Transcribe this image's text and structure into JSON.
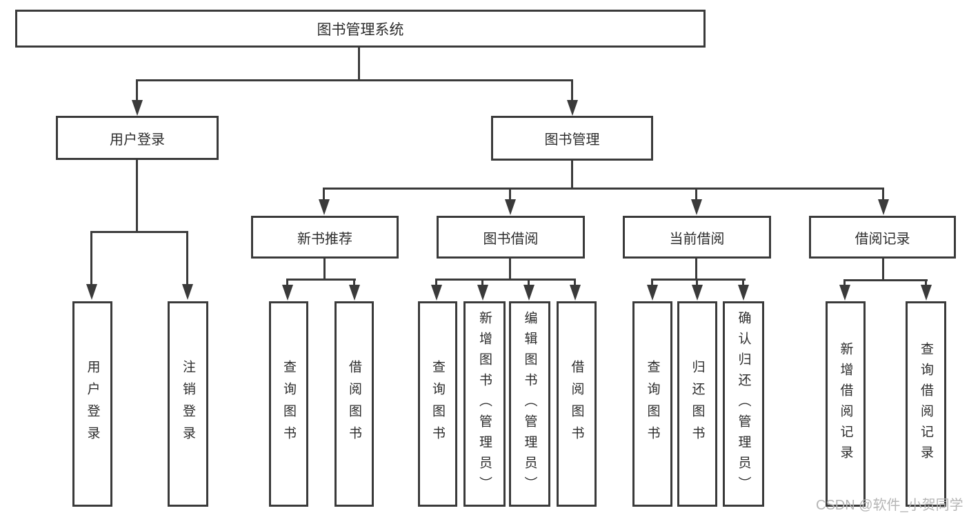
{
  "colors": {
    "line": "#3a3a3a",
    "text": "#2c2c2c",
    "background": "#ffffff",
    "watermark_gray": "#b5b5b5"
  },
  "chart_type": "hierarchy-diagram",
  "root": {
    "label": "图书管理系统"
  },
  "user_login": {
    "label": "用户登录",
    "children": [
      {
        "label": "用户登录"
      },
      {
        "label": "注销登录"
      }
    ]
  },
  "book_mgmt": {
    "label": "图书管理",
    "sections": [
      {
        "label": "新书推荐",
        "children": [
          {
            "label": "查询图书"
          },
          {
            "label": "借阅图书"
          }
        ]
      },
      {
        "label": "图书借阅",
        "children": [
          {
            "label": "查询图书"
          },
          {
            "label": "新增图书（管理员）"
          },
          {
            "label": "编辑图书（管理员）"
          },
          {
            "label": "借阅图书"
          }
        ]
      },
      {
        "label": "当前借阅",
        "children": [
          {
            "label": "查询图书"
          },
          {
            "label": "归还图书"
          },
          {
            "label": "确认归还（管理员）"
          }
        ]
      },
      {
        "label": "借阅记录",
        "children": [
          {
            "label": "新增借阅记录"
          },
          {
            "label": "查询借阅记录"
          }
        ]
      }
    ]
  },
  "watermark": "CSDN @软件_小贺同学"
}
